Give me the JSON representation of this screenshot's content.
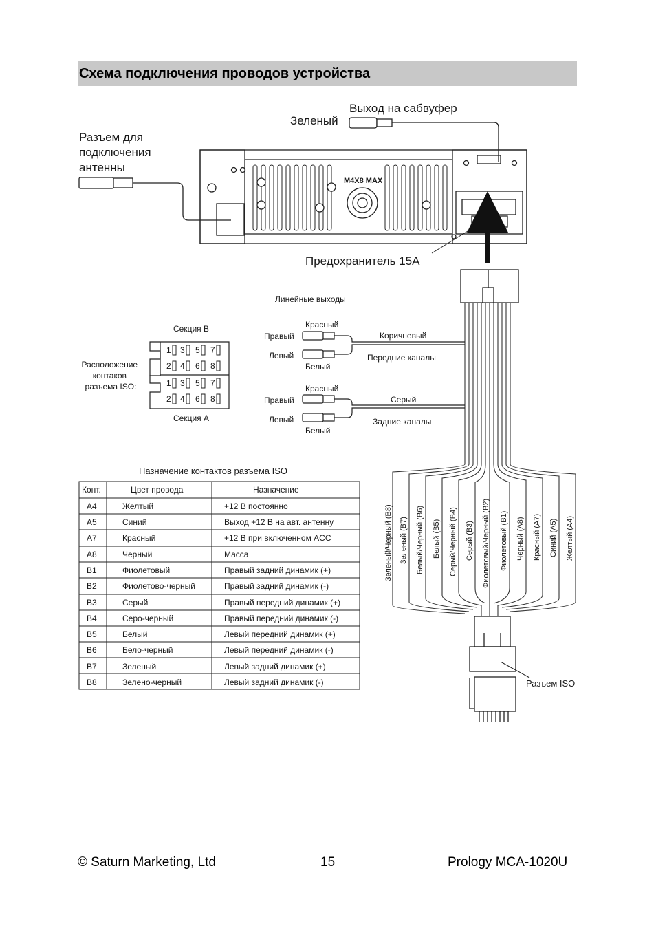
{
  "header": {
    "title": "Схема подключения проводов устройства"
  },
  "head_unit": {
    "subwoofer_label": "Выход на сабвуфер",
    "green_label": "Зеленый",
    "antenna_label": [
      "Разъем для",
      "подключения",
      "антенны"
    ],
    "model_text": "M4X8 MAX",
    "fuse_label": "Предохранитель 15А"
  },
  "line_outputs": {
    "title": "Линейные выходы",
    "front": {
      "top_color": "Красный",
      "right": "Правый",
      "left": "Левый",
      "bottom_color": "Белый",
      "wire_color": "Коричневый",
      "channels": "Передние каналы"
    },
    "rear": {
      "top_color": "Красный",
      "right": "Правый",
      "left": "Левый",
      "bottom_color": "Белый",
      "wire_color": "Серый",
      "channels": "Задние каналы"
    }
  },
  "iso_layout": {
    "section_b": "Секция B",
    "section_a": "Секция A",
    "caption": [
      "Расположение",
      "контаков",
      "разъема ISO:"
    ],
    "top_row": [
      "1",
      "3",
      "5",
      "7"
    ],
    "bottom_row": [
      "2",
      "4",
      "6",
      "8"
    ]
  },
  "pin_table": {
    "title": "Назначение контактов разъема ISO",
    "headers": [
      "Конт.",
      "Цвет провода",
      "Назначение"
    ],
    "rows": [
      [
        "A4",
        "Желтый",
        "+12 В постоянно"
      ],
      [
        "A5",
        "Синий",
        "Выход +12 В на авт. антенну"
      ],
      [
        "A7",
        "Красный",
        "+12 В при включенном ACC"
      ],
      [
        "A8",
        "Черный",
        "Масса"
      ],
      [
        "B1",
        "Фиолетовый",
        "Правый задний динамик (+)"
      ],
      [
        "B2",
        "Фиолетово-черный",
        "Правый задний динамик (-)"
      ],
      [
        "B3",
        "Серый",
        "Правый передний динамик (+)"
      ],
      [
        "B4",
        "Серо-черный",
        "Правый передний динамик (-)"
      ],
      [
        "B5",
        "Белый",
        "Левый передний динамик (+)"
      ],
      [
        "B6",
        "Бело-черный",
        "Левый передний динамик (-)"
      ],
      [
        "B7",
        "Зеленый",
        "Левый задний динамик (+)"
      ],
      [
        "B8",
        "Зелено-черный",
        "Левый задний динамик (-)"
      ]
    ]
  },
  "harness": {
    "wires": [
      "Зеленый/Черный (B8)",
      "Зеленый (B7)",
      "Белый/Черный (B6)",
      "Белый (B5)",
      "Серый/Черный (B4)",
      "Серый (B3)",
      "Фиолетовый/Черный (B2)",
      "Фиолетовый (B1)",
      "Черный (A8)",
      "Красный (A7)",
      "Синий (A5)",
      "Желтый (A4)"
    ],
    "iso_connector_label": "Разъем ISO"
  },
  "footer": {
    "left": "© Saturn Marketing, Ltd",
    "page": "15",
    "right": "Prology MCA-1020U"
  }
}
